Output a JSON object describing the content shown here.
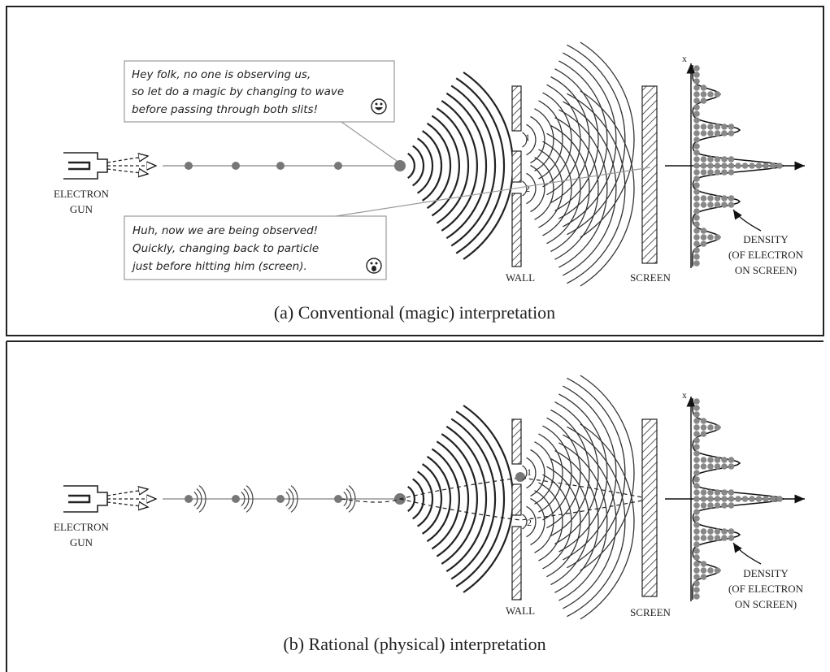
{
  "panel_a": {
    "caption": "(a) Conventional (magic) interpretation",
    "gun_label_1": "ELECTRON",
    "gun_label_2": "GUN",
    "wall_label": "WALL",
    "screen_label": "SCREEN",
    "density_1": "DENSITY",
    "density_2": "(OF ELECTRON",
    "density_3": "ON SCREEN)",
    "axis_x": "x",
    "slit_1": "1",
    "slit_2": "2",
    "bubble_top": [
      "Hey folk, no one is observing us,",
      "so let do a magic by changing to wave",
      "before passing through both slits!"
    ],
    "bubble_bottom": [
      "Huh, now we are being observed!",
      "Quickly, changing back to particle",
      "just before hitting him (screen)."
    ]
  },
  "panel_b": {
    "caption": "(b) Rational (physical) interpretation",
    "gun_label_1": "ELECTRON",
    "gun_label_2": "GUN",
    "wall_label": "WALL",
    "screen_label": "SCREEN",
    "density_1": "DENSITY",
    "density_2": "(OF ELECTRON",
    "density_3": "ON SCREEN)",
    "axis_x": "x",
    "slit_1": "1",
    "slit_2": "2"
  }
}
